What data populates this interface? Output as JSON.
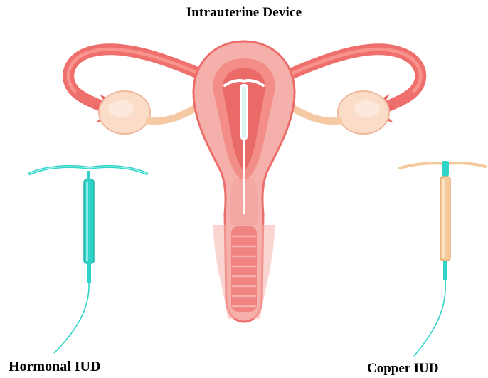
{
  "title": "Intrauterine  Device",
  "labels": {
    "left": "Hormonal IUD",
    "right": "Copper IUD"
  },
  "colors": {
    "uterus_fill": "#f6b0ab",
    "uterus_outline": "#ec6e6a",
    "tube": "#ef6f6c",
    "ovary": "#fadcc8",
    "ligament": "#f4c9a4",
    "cervix_bands": "#e94f4f",
    "hormonal_iud": "#2fd3c8",
    "copper_iud_body": "#f5c99a",
    "iud_in_uterus": "#ffffff"
  },
  "icons": [
    "uterus-illustration",
    "hormonal-iud-icon",
    "copper-iud-icon"
  ]
}
